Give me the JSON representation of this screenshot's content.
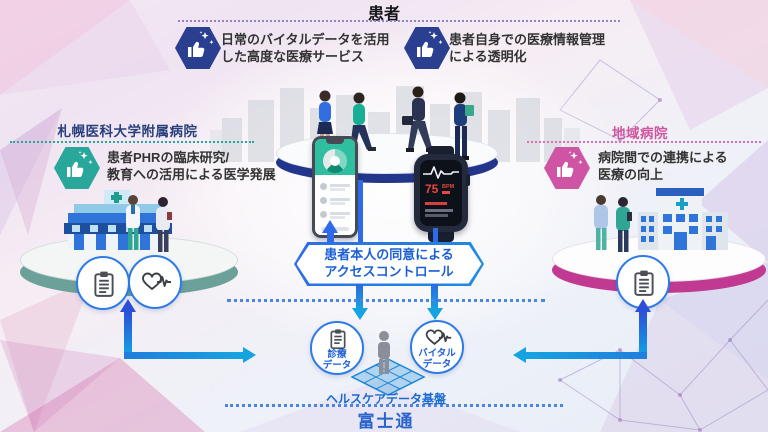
{
  "patient_section": {
    "title": "患者",
    "benefits": [
      {
        "line1": "日常のバイタルデータを活用",
        "line2": "した高度な医療サービス"
      },
      {
        "line1": "患者自身での医療情報管理",
        "line2": "による透明化"
      }
    ]
  },
  "left_section": {
    "title": "札幌医科大学附属病院",
    "benefit": {
      "line1": "患者PHRの臨床研究/",
      "line2": "教育への活用による医学発展"
    },
    "accent_color": "#2aa79b"
  },
  "right_section": {
    "title": "地域病院",
    "benefit": {
      "line1": "病院間での連携による",
      "line2": "医療の向上"
    },
    "accent_color": "#cf55a4"
  },
  "access_control": {
    "line1": "患者本人の同意による",
    "line2": "アクセスコントロール"
  },
  "data_nodes": [
    {
      "icon": "clipboard-icon",
      "line1": "診療",
      "line2": "データ"
    },
    {
      "icon": "heart-ecg-icon",
      "line1": "バイタル",
      "line2": "データ"
    }
  ],
  "platform": {
    "label": "ヘルスケアデータ基盤"
  },
  "brand": {
    "name": "富士通"
  },
  "smartwatch": {
    "bpm": "75",
    "unit": "BPM"
  },
  "colors": {
    "primary_blue": "#2f6be8",
    "cyan": "#17a3e0",
    "badge_navy": "#2a3f8f",
    "teal": "#2aa79b",
    "pink": "#cf55a4",
    "label_blue": "#1b5ed6"
  }
}
